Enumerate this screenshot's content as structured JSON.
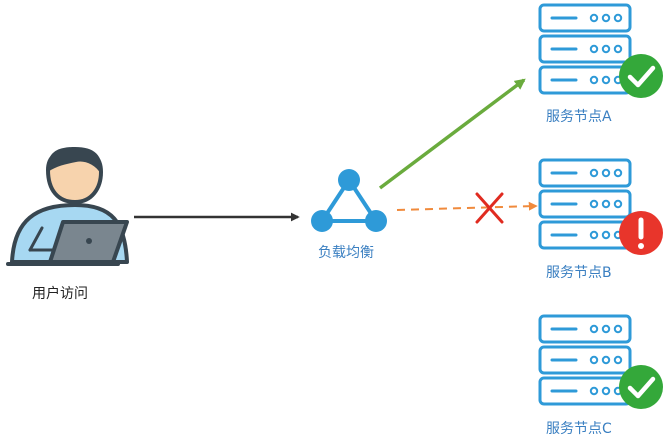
{
  "user": {
    "label": "用户访问",
    "icon": "user-laptop-icon"
  },
  "balancer": {
    "label": "负载均衡",
    "icon": "load-balancer-triangle-icon"
  },
  "nodes": [
    {
      "label": "服务节点A",
      "status": "healthy",
      "status_icon": "check-icon"
    },
    {
      "label": "服务节点B",
      "status": "error",
      "status_icon": "exclamation-icon"
    },
    {
      "label": "服务节点C",
      "status": "healthy",
      "status_icon": "check-icon"
    }
  ],
  "colors": {
    "accent_blue": "#2e9ad8",
    "label_blue": "#3a7fc1",
    "healthy_green": "#34a83a",
    "error_red": "#e8352b",
    "route_green": "#6aab3d",
    "route_failed": "#f08a3c",
    "blocked_red": "#e02b20",
    "user_arrow": "#333333",
    "skin": "#f7d3ad",
    "shirt": "#a7d8f2",
    "outline": "#384650",
    "laptop": "#7a868f"
  }
}
